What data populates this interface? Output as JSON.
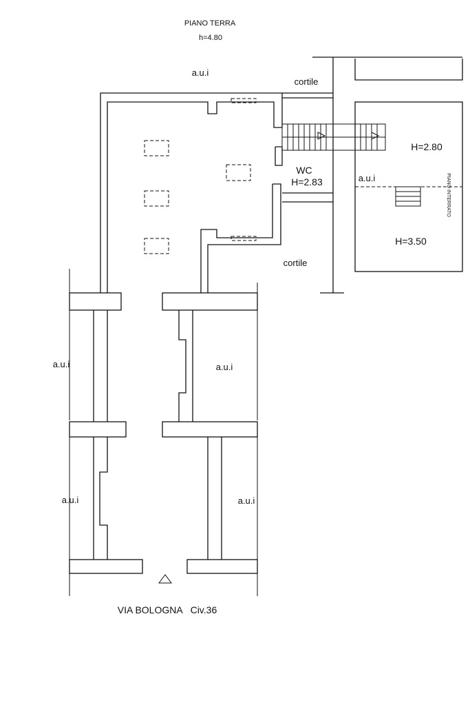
{
  "plan": {
    "title": "PIANO TERRA",
    "height_note": "h=4.80",
    "street": "VIA BOLOGNA   Civ.36"
  },
  "labels": {
    "aui_top": "a.u.i",
    "cortile_top": "cortile",
    "cortile_bottom": "cortile",
    "wc": "WC",
    "wc_height": "H=2.83",
    "h_upper": "H=2.80",
    "aui_right": "a.u.i",
    "piano_interrato": "PIANO INTERRATO",
    "h_lower": "H=3.50",
    "aui_left_mid": "a.u.i",
    "aui_center_mid": "a.u.i",
    "aui_left_low": "a.u.i",
    "aui_right_low": "a.u.i"
  },
  "colors": {
    "line": "#111111",
    "background": "#ffffff"
  }
}
